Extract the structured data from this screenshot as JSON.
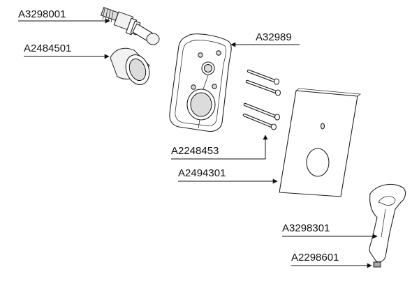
{
  "labels": {
    "cartridge": "A3298001",
    "sleeve": "A2484501",
    "mounting_plate": "A32989",
    "screws": "A2248453",
    "cover_plate": "A2494301",
    "lever_handle": "A3298301",
    "grub_screw": "A2298601"
  },
  "colors": {
    "line": "#111111",
    "shade": "#dcdcdc"
  }
}
